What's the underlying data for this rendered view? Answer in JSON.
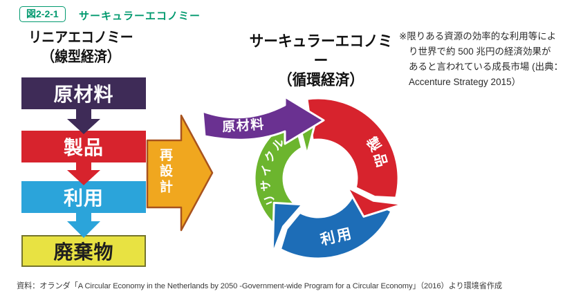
{
  "header": {
    "tag_label": "図2-2-1",
    "title": "サーキュラーエコノミー",
    "accent_color": "#00996E"
  },
  "linear_economy": {
    "title": "リニアエコノミー",
    "subtitle": "（線型経済）",
    "steps": [
      {
        "label": "原材料",
        "color": "#3E2B57",
        "text_color": "#FFFFFF"
      },
      {
        "label": "製品",
        "color": "#D7232D",
        "text_color": "#FFFFFF"
      },
      {
        "label": "利用",
        "color": "#2BA4DA",
        "text_color": "#FFFFFF"
      },
      {
        "label": "廃棄物",
        "color": "#E8E242",
        "text_color": "#1F1F1F",
        "border_color": "#74742C"
      }
    ]
  },
  "redesign_arrow": {
    "label": "再設計",
    "fill": "#F0A71F",
    "border": "#A8531E",
    "text_color": "#FFFFFF"
  },
  "circular_economy": {
    "title": "サーキュラーエコノミー",
    "subtitle": "（循環経済）",
    "input_arrow": {
      "label": "原材料",
      "color": "#6A3191"
    },
    "cycle": [
      {
        "label": "製品",
        "color": "#D7232D"
      },
      {
        "label": "利用",
        "color": "#1D6DB7"
      },
      {
        "label": "リサイクル",
        "color": "#6CB52E"
      }
    ]
  },
  "note": {
    "lines": [
      "※限りある資源の効率的な利用等によ",
      "り世界で約 500 兆円の経済効果が",
      "あると言われている成長市場 (出典：",
      "Accenture Strategy 2015）"
    ]
  },
  "source": "資料：オランダ「A Circular Economy in the Netherlands by 2050 -Government-wide Program for a Circular Economy」（2016）より環境省作成"
}
